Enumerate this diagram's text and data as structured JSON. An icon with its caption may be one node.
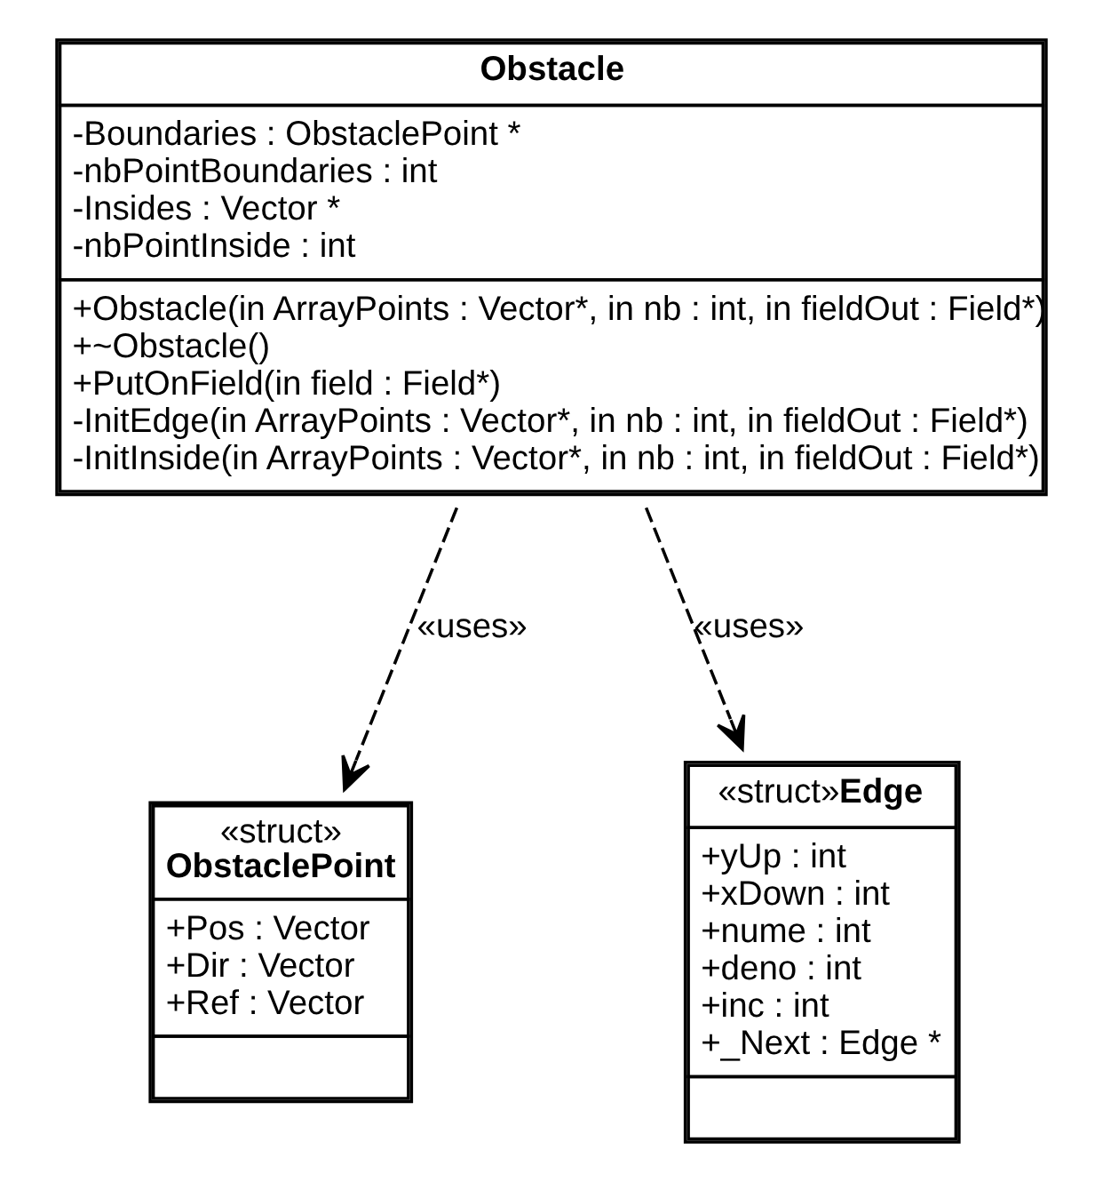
{
  "diagram": {
    "nodes": [
      {
        "text": [
          "Obstacle",
          "-Boundaries : ObstaclePoint *",
          "-nbPointBoundaries : int",
          "-Insides : Vector *",
          "-nbPointInside : int",
          "+Obstacle(in ArrayPoints : Vector*, in nb : int, in fieldOut : Field*)",
          "+~Obstacle()",
          "+PutOnField(in field : Field*)",
          "-InitEdge(in ArrayPoints : Vector*, in nb : int, in fieldOut : Field*)",
          "-InitInside(in ArrayPoints : Vector*, in nb : int, in fieldOut : Field*)"
        ]
      },
      {
        "text": [
          "«struct»",
          "ObstaclePoint",
          "+Pos : Vector",
          "+Dir : Vector",
          "+Ref : Vector"
        ]
      },
      {
        "text": [
          "«struct»Edge",
          "+yUp : int",
          "+xDown : int",
          "+nume : int",
          "+deno : int",
          "+inc : int",
          "+_Next : Edge *"
        ]
      }
    ],
    "edges": [
      {
        "from": 0,
        "to": 1,
        "arrow": "to",
        "style": "dashed",
        "label": "«uses»"
      },
      {
        "from": 0,
        "to": 2,
        "arrow": "to",
        "style": "dashed",
        "label": "«uses»"
      }
    ]
  }
}
